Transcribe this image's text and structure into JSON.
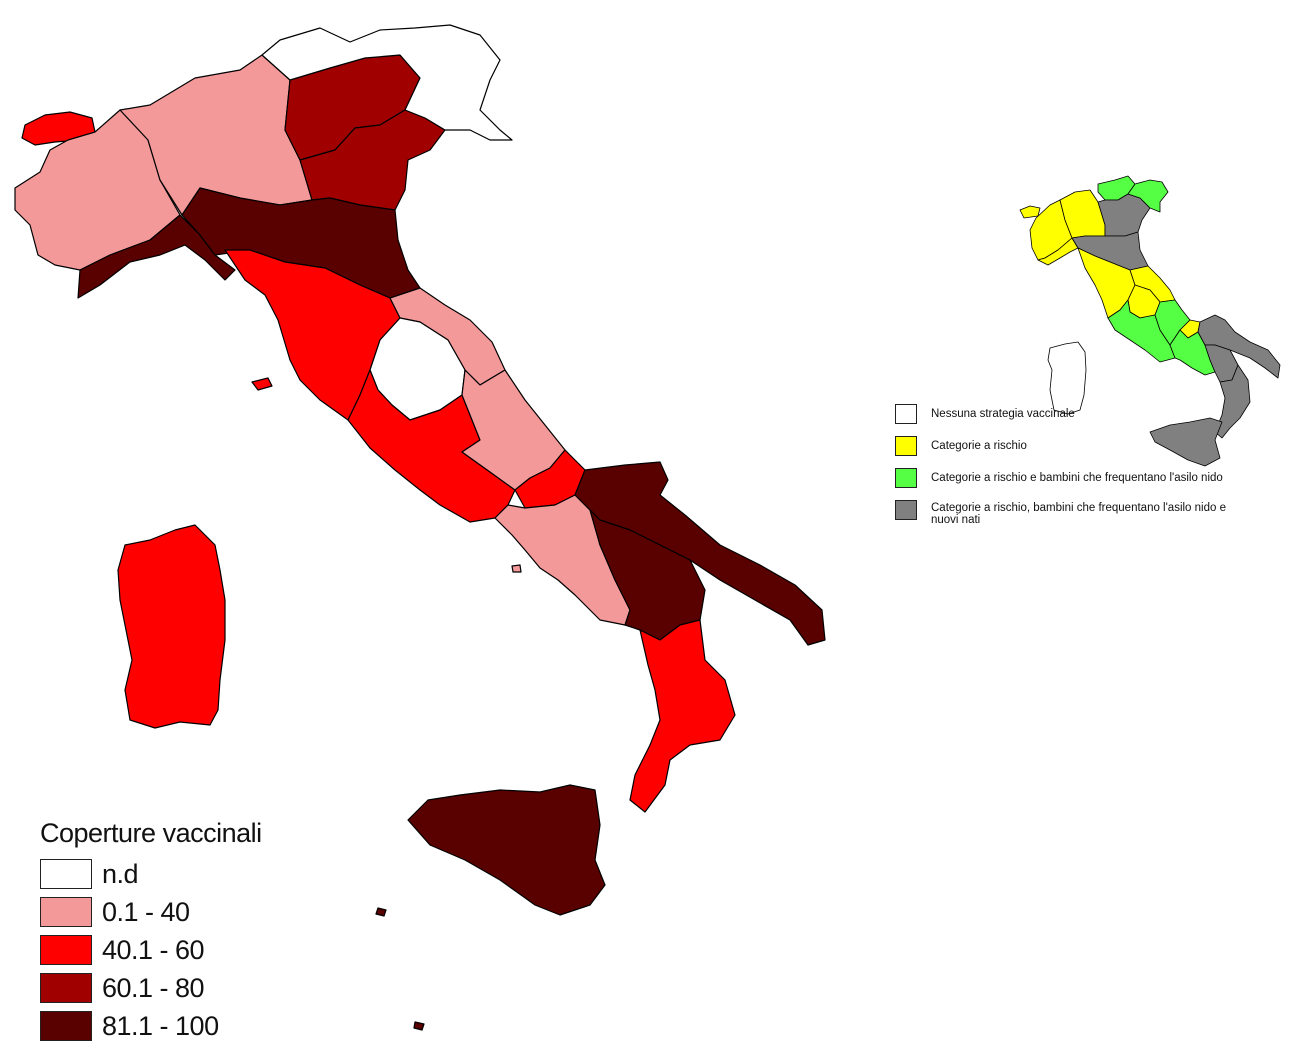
{
  "coverage_legend": {
    "title": "Coperture vaccinali",
    "items": [
      {
        "label": "n.d",
        "color": "#ffffff"
      },
      {
        "label": "0.1 - 40",
        "color": "#f4999a"
      },
      {
        "label": "40.1 - 60",
        "color": "#ff0000"
      },
      {
        "label": "60.1 - 80",
        "color": "#a10000"
      },
      {
        "label": "81.1 - 100",
        "color": "#590000"
      }
    ]
  },
  "strategy_legend": {
    "items": [
      {
        "label": "Nessuna strategia vaccinale",
        "color": "#ffffff"
      },
      {
        "label": "Categorie  a rischio",
        "color": "#ffff00"
      },
      {
        "label": "Categorie a rischio e bambini che frequentano l'asilo nido",
        "color": "#55ff44"
      },
      {
        "label": "Categorie a rischio, bambini che frequentano l'asilo nido e nuovi nati",
        "color": "#808080"
      }
    ]
  }
}
